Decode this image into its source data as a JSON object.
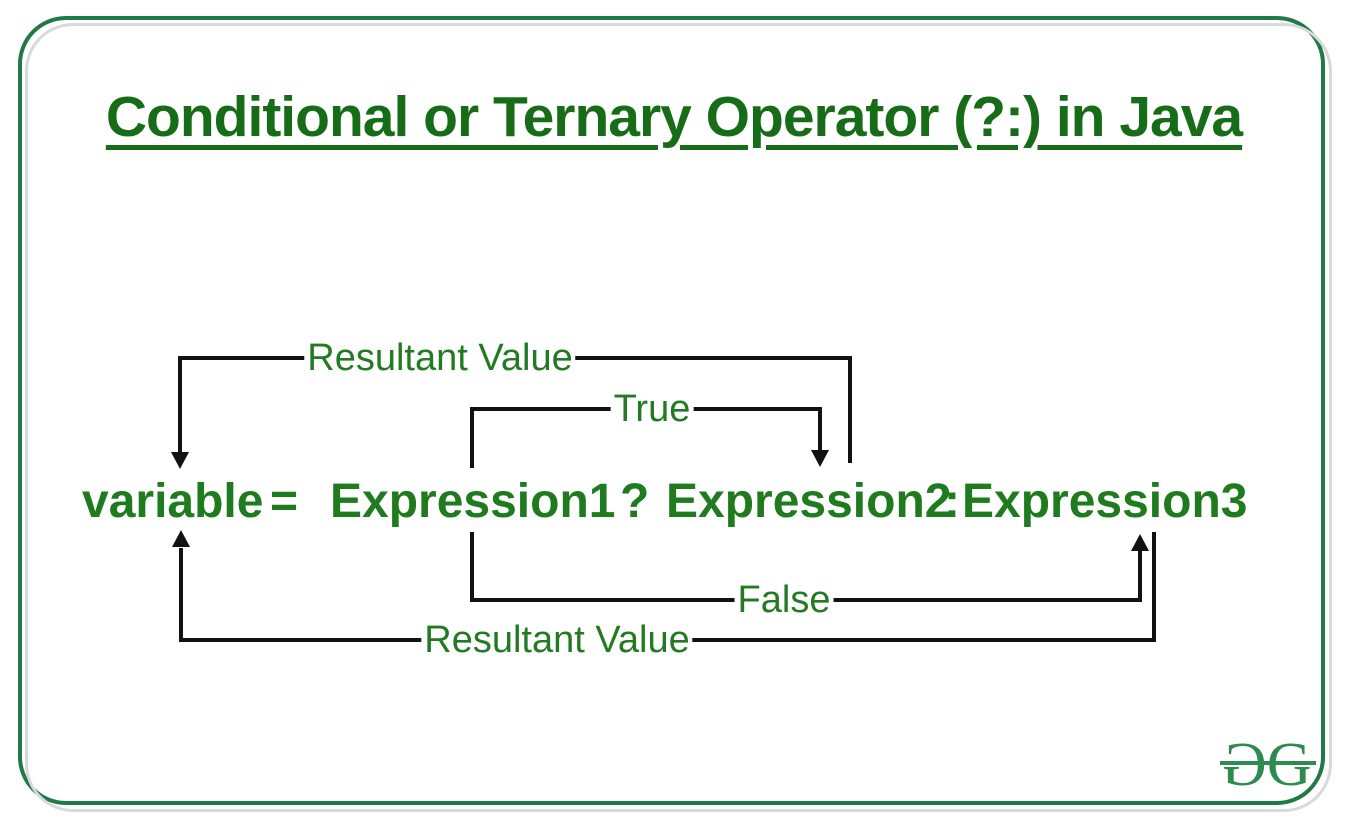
{
  "header": {
    "title": "Conditional or Ternary Operator (?:) in Java"
  },
  "expression": {
    "variable": "variable",
    "equals": "=",
    "expression1": "Expression1",
    "question_mark": "?",
    "expression2": "Expression2",
    "colon": ":",
    "expression3": "Expression3"
  },
  "arrows": {
    "top_resultant_label": "Resultant Value",
    "true_label": "True",
    "false_label": "False",
    "bottom_resultant_label": "Resultant Value"
  },
  "logo": {
    "g_left": "G",
    "g_right": "G"
  },
  "colors": {
    "title_green": "#176d17",
    "expression_green": "#1e7b1e",
    "label_green": "#227a22",
    "line_black": "#121212",
    "card_border_green": "#1f7a46",
    "card_shadow_gray": "#d9d9d9",
    "logo_green": "#2e8b50"
  }
}
